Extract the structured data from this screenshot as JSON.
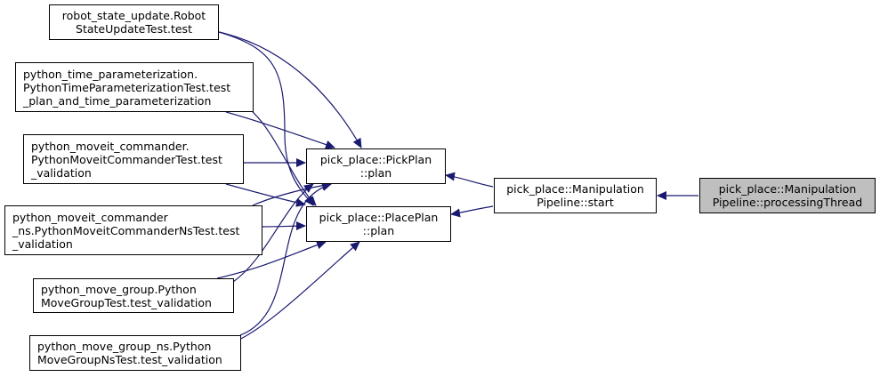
{
  "colors": {
    "edge": "#191970",
    "node_border": "#000000",
    "node_fill": "#ffffff",
    "current_fill": "#bfbfbf"
  },
  "nodes": {
    "robot_state": {
      "lines": [
        "robot_state_update.Robot",
        "StateUpdateTest.test"
      ]
    },
    "python_time": {
      "lines": [
        "python_time_parameterization.",
        "PythonTimeParameterizationTest.test",
        "_plan_and_time_parameterization"
      ]
    },
    "moveit_cmd": {
      "lines": [
        "python_moveit_commander.",
        "PythonMoveitCommanderTest.test",
        "_validation"
      ]
    },
    "moveit_cmd_ns": {
      "lines": [
        "python_moveit_commander",
        "_ns.PythonMoveitCommanderNsTest.test",
        "_validation"
      ]
    },
    "move_group": {
      "lines": [
        "python_move_group.Python",
        "MoveGroupTest.test_validation"
      ]
    },
    "move_group_ns": {
      "lines": [
        "python_move_group_ns.Python",
        "MoveGroupNsTest.test_validation"
      ]
    },
    "pick_plan": {
      "lines": [
        "pick_place::PickPlan",
        "::plan"
      ]
    },
    "place_plan": {
      "lines": [
        "pick_place::PlacePlan",
        "::plan"
      ]
    },
    "pipeline_start": {
      "lines": [
        "pick_place::Manipulation",
        "Pipeline::start"
      ]
    },
    "processing": {
      "lines": [
        "pick_place::Manipulation",
        "Pipeline::processingThread"
      ]
    }
  }
}
